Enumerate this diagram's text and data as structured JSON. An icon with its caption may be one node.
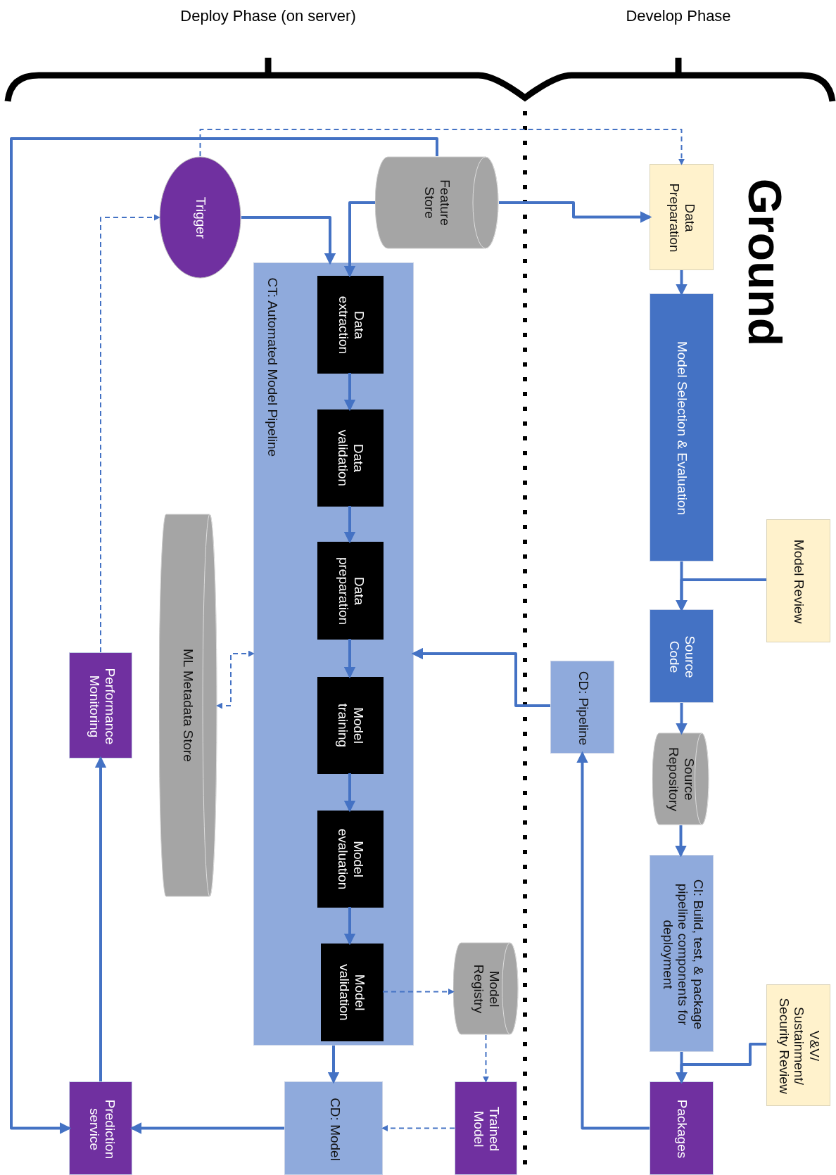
{
  "diagram": {
    "nodes": [
      {
        "text": [
          "Trigger"
        ]
      },
      {
        "text": [
          "Feature Store"
        ]
      },
      {
        "text": [
          "CT: Automated Model Pipeline"
        ]
      },
      {
        "text": [
          "Data extraction"
        ],
        "in": 2
      },
      {
        "text": [
          "Data validation"
        ],
        "in": 2
      },
      {
        "text": [
          "Data preparation"
        ],
        "in": 2
      },
      {
        "text": [
          "Model training"
        ],
        "in": 2
      },
      {
        "text": [
          "Model evaluation"
        ],
        "in": 2
      },
      {
        "text": [
          "Model validation"
        ],
        "in": 2
      },
      {
        "text": [
          "ML Metadata Store"
        ]
      },
      {
        "text": [
          "Performance Monitoring"
        ]
      },
      {
        "text": [
          "Model Registry"
        ]
      },
      {
        "text": [
          "CD: Pipeline"
        ]
      },
      {
        "text": [
          "Prediction service"
        ]
      },
      {
        "text": [
          "CD: Model"
        ]
      },
      {
        "text": [
          "Trained Model"
        ]
      },
      {
        "text": [
          "Data Preparation"
        ]
      },
      {
        "text": [
          "Model Selection & Evaluation"
        ]
      },
      {
        "text": [
          "Model Review"
        ]
      },
      {
        "text": [
          "Source Code"
        ]
      },
      {
        "text": [
          "Source Repository"
        ]
      },
      {
        "text": [
          "CI: Build, test, & package pipeline components for deployment"
        ]
      },
      {
        "text": [
          "V&V/ Sustainment/ Security Review"
        ]
      },
      {
        "text": [
          "Packages"
        ]
      }
    ],
    "edges": [
      {
        "from": 0,
        "to": 2,
        "arrow": "to"
      },
      {
        "from": 1,
        "to": 3,
        "arrow": "to"
      },
      {
        "from": 1,
        "to": 13,
        "arrow": "to"
      },
      {
        "from": 1,
        "to": 16,
        "arrow": "to"
      },
      {
        "from": 0,
        "to": 16,
        "arrow": "to",
        "style": "dashed"
      },
      {
        "from": 10,
        "to": 0,
        "arrow": "to",
        "style": "dashed"
      },
      {
        "from": 3,
        "to": 4,
        "arrow": "to"
      },
      {
        "from": 4,
        "to": 5,
        "arrow": "to"
      },
      {
        "from": 5,
        "to": 6,
        "arrow": "to"
      },
      {
        "from": 6,
        "to": 7,
        "arrow": "to"
      },
      {
        "from": 7,
        "to": 8,
        "arrow": "to"
      },
      {
        "from": 9,
        "to": 2,
        "arrow": "both",
        "style": "dashed"
      },
      {
        "from": 8,
        "to": 11,
        "arrow": "to",
        "style": "dashed"
      },
      {
        "from": 11,
        "to": 15,
        "arrow": "to",
        "style": "dashed"
      },
      {
        "from": 15,
        "to": 14,
        "arrow": "to",
        "style": "dashed"
      },
      {
        "from": 14,
        "to": 13,
        "arrow": "to"
      },
      {
        "from": 2,
        "to": 14,
        "arrow": "to"
      },
      {
        "from": 13,
        "to": 10,
        "arrow": "to"
      },
      {
        "from": 12,
        "to": 2,
        "arrow": "to"
      },
      {
        "from": 23,
        "to": 12,
        "arrow": "to"
      },
      {
        "from": 16,
        "to": 17,
        "arrow": "to"
      },
      {
        "from": 17,
        "to": 19,
        "arrow": "to"
      },
      {
        "from": 18,
        "to": 19,
        "arrow": "to"
      },
      {
        "from": 19,
        "to": 20,
        "arrow": "to"
      },
      {
        "from": 20,
        "to": 21,
        "arrow": "to"
      },
      {
        "from": 21,
        "to": 23,
        "arrow": "to"
      },
      {
        "from": 22,
        "to": 23,
        "arrow": "to"
      }
    ],
    "labels": [
      "Deploy Phase (on server)",
      "Develop Phase",
      "Ground"
    ]
  }
}
